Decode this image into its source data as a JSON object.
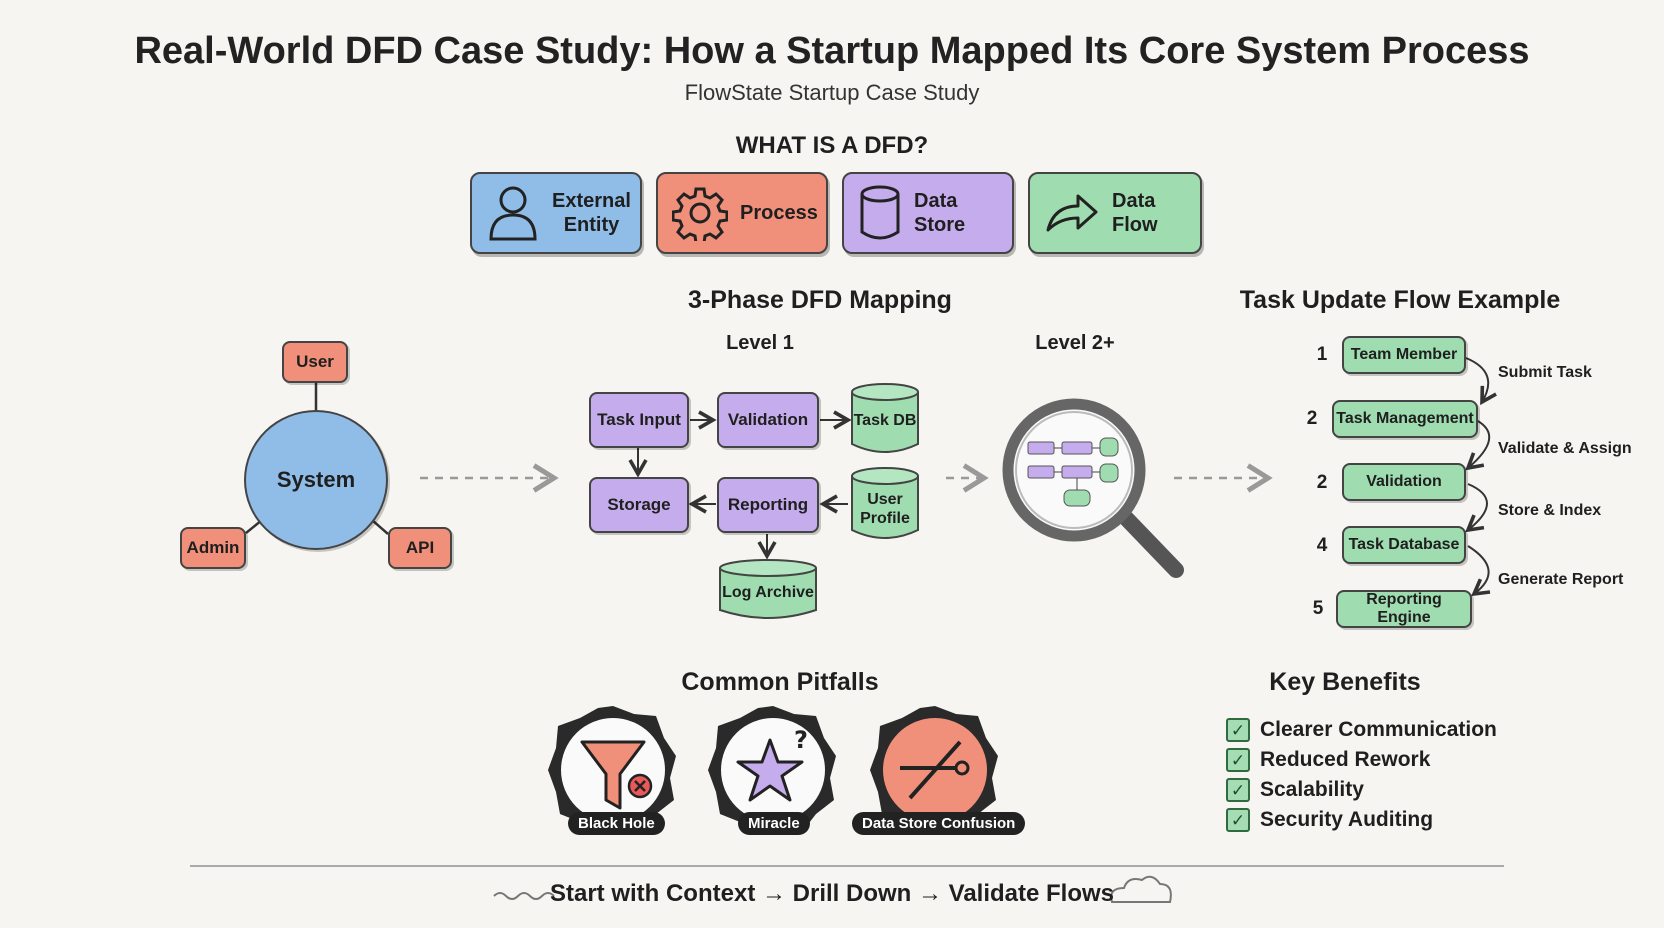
{
  "title": "Real-World DFD Case Study: How a Startup Mapped Its Core System Process",
  "subtitle": "FlowState Startup Case Study",
  "what_is": {
    "heading": "WHAT IS A DFD?",
    "items": [
      {
        "label_line1": "External",
        "label_line2": "Entity",
        "icon": "person-icon",
        "color": "#8fbde8"
      },
      {
        "label": "Process",
        "icon": "gear-icon",
        "color": "#f1907a"
      },
      {
        "label": "Data Store",
        "icon": "cylinder-icon",
        "color": "#c5acec"
      },
      {
        "label": "Data Flow",
        "icon": "arrow-icon",
        "color": "#9fdcb0"
      }
    ]
  },
  "mapping": {
    "heading": "3-Phase DFD Mapping",
    "level1_heading": "Level 1",
    "level2_heading": "Level 2+",
    "context": {
      "center": "System",
      "user": "User",
      "admin": "Admin",
      "api": "API"
    },
    "level1": {
      "task_input": "Task Input",
      "validation": "Validation",
      "task_db": "Task DB",
      "storage": "Storage",
      "reporting": "Reporting",
      "user_profile_line1": "User",
      "user_profile_line2": "Profile",
      "log_archive": "Log Archive"
    }
  },
  "task_flow": {
    "heading": "Task Update Flow Example",
    "steps": [
      {
        "num": "1",
        "label": "Team Member"
      },
      {
        "num": "2",
        "label": "Task Management"
      },
      {
        "num": "2",
        "label": "Validation"
      },
      {
        "num": "4",
        "label": "Task Database"
      },
      {
        "num": "5",
        "label": "Reporting Engine"
      }
    ],
    "flows": [
      "Submit Task",
      "Validate & Assign",
      "Store & Index",
      "Generate Report"
    ]
  },
  "pitfalls": {
    "heading": "Common Pitfalls",
    "items": [
      {
        "label": "Black Hole",
        "icon": "funnel-icon"
      },
      {
        "label": "Miracle",
        "icon": "star-icon"
      },
      {
        "label": "Data Store Confusion",
        "icon": "no-entry-icon"
      }
    ]
  },
  "benefits": {
    "heading": "Key Benefits",
    "items": [
      "Clearer Communication",
      "Reduced Rework",
      "Scalability",
      "Security Auditing"
    ]
  },
  "footer": "Start with Context → Drill Down → Validate Flows",
  "colors": {
    "entity": "#8fbde8",
    "process": "#f1907a",
    "store": "#c5acec",
    "flow": "#9fdcb0"
  }
}
